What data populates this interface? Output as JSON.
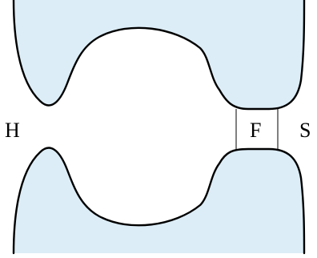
{
  "labels": {
    "left": "H",
    "center": "F",
    "right": "S"
  },
  "colors": {
    "region_fill": "#dcedf7",
    "outline": "#000000",
    "background": "#ffffff"
  }
}
